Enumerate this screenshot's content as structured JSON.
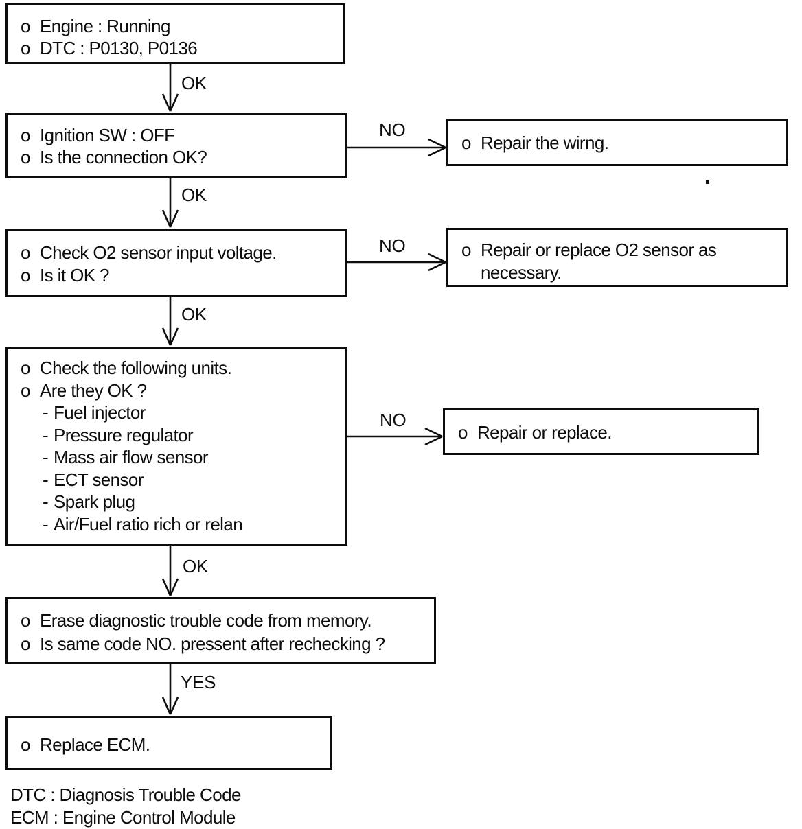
{
  "page": {
    "boxes": {
      "start": {
        "items": [
          {
            "marker": "o",
            "text": "Engine : Running"
          },
          {
            "marker": "o",
            "text": "DTC : P0130, P0136"
          }
        ]
      },
      "ignition": {
        "items": [
          {
            "marker": "o",
            "text": "Ignition SW : OFF"
          },
          {
            "marker": "o",
            "text": "Is the connection OK?"
          }
        ]
      },
      "repair_wiring": {
        "items": [
          {
            "marker": "o",
            "text": "Repair the wirng."
          }
        ]
      },
      "o2_check": {
        "items": [
          {
            "marker": "o",
            "text": "Check O2 sensor input voltage."
          },
          {
            "marker": "o",
            "text": "Is it OK ?"
          }
        ]
      },
      "repair_o2": {
        "items": [
          {
            "marker": "o",
            "text": "Repair or replace O2 sensor as"
          },
          {
            "marker": "",
            "text": "necessary."
          }
        ]
      },
      "check_units": {
        "items": [
          {
            "marker": "o",
            "text": "Check the following units."
          },
          {
            "marker": "o",
            "text": "Are they OK ?"
          },
          {
            "marker": "-",
            "text": "Fuel injector"
          },
          {
            "marker": "-",
            "text": "Pressure regulator"
          },
          {
            "marker": "-",
            "text": "Mass air flow sensor"
          },
          {
            "marker": "-",
            "text": "ECT sensor"
          },
          {
            "marker": "-",
            "text": "Spark plug"
          },
          {
            "marker": "-",
            "text": "Air/Fuel ratio rich or relan"
          }
        ]
      },
      "repair_replace": {
        "items": [
          {
            "marker": "o",
            "text": "Repair or replace."
          }
        ]
      },
      "erase_dtc": {
        "items": [
          {
            "marker": "o",
            "text": "Erase diagnostic trouble code from memory."
          },
          {
            "marker": "o",
            "text": "Is same code NO. pressent after rechecking ?"
          }
        ]
      },
      "replace_ecm": {
        "items": [
          {
            "marker": "o",
            "text": "Replace ECM."
          }
        ]
      }
    },
    "edge_labels": {
      "ok1": "OK",
      "ok2": "OK",
      "ok3": "OK",
      "ok4": "OK",
      "yes1": "YES",
      "no1": "NO",
      "no2": "NO",
      "no3": "NO"
    },
    "footer": {
      "line1": "DTC : Diagnosis Trouble Code",
      "line2": "ECM : Engine Control Module"
    },
    "colors": {
      "ink": "#0d0d0d",
      "paper": "#ffffff"
    }
  }
}
